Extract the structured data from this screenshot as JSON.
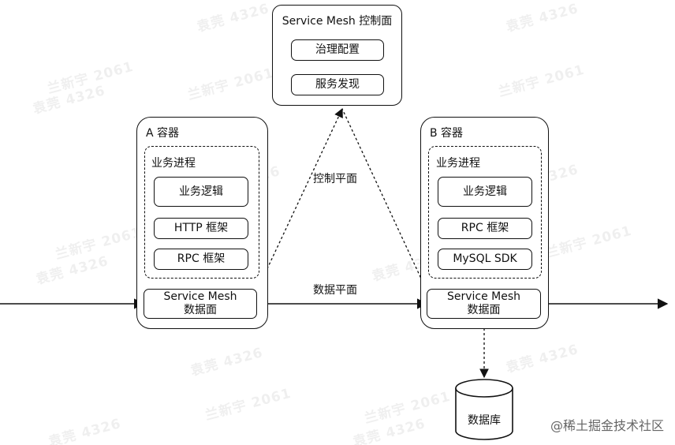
{
  "control_plane": {
    "title": "Service Mesh 控制面",
    "items": [
      "治理配置",
      "服务发现"
    ]
  },
  "container_a": {
    "title": "A 容器",
    "process_title": "业务进程",
    "items": [
      "业务逻辑",
      "HTTP 框架",
      "RPC 框架"
    ],
    "data_plane": [
      "Service Mesh",
      "数据面"
    ]
  },
  "container_b": {
    "title": "B 容器",
    "process_title": "业务进程",
    "items": [
      "业务逻辑",
      "RPC 框架",
      "MySQL SDK"
    ],
    "data_plane": [
      "Service Mesh",
      "数据面"
    ]
  },
  "labels": {
    "control_plane_link": "控制平面",
    "data_plane_link": "数据平面"
  },
  "database": "数据库",
  "credit": "@稀土掘金技术社区",
  "watermarks": [
    "兰新宇 2061",
    "袁莞 4326"
  ]
}
